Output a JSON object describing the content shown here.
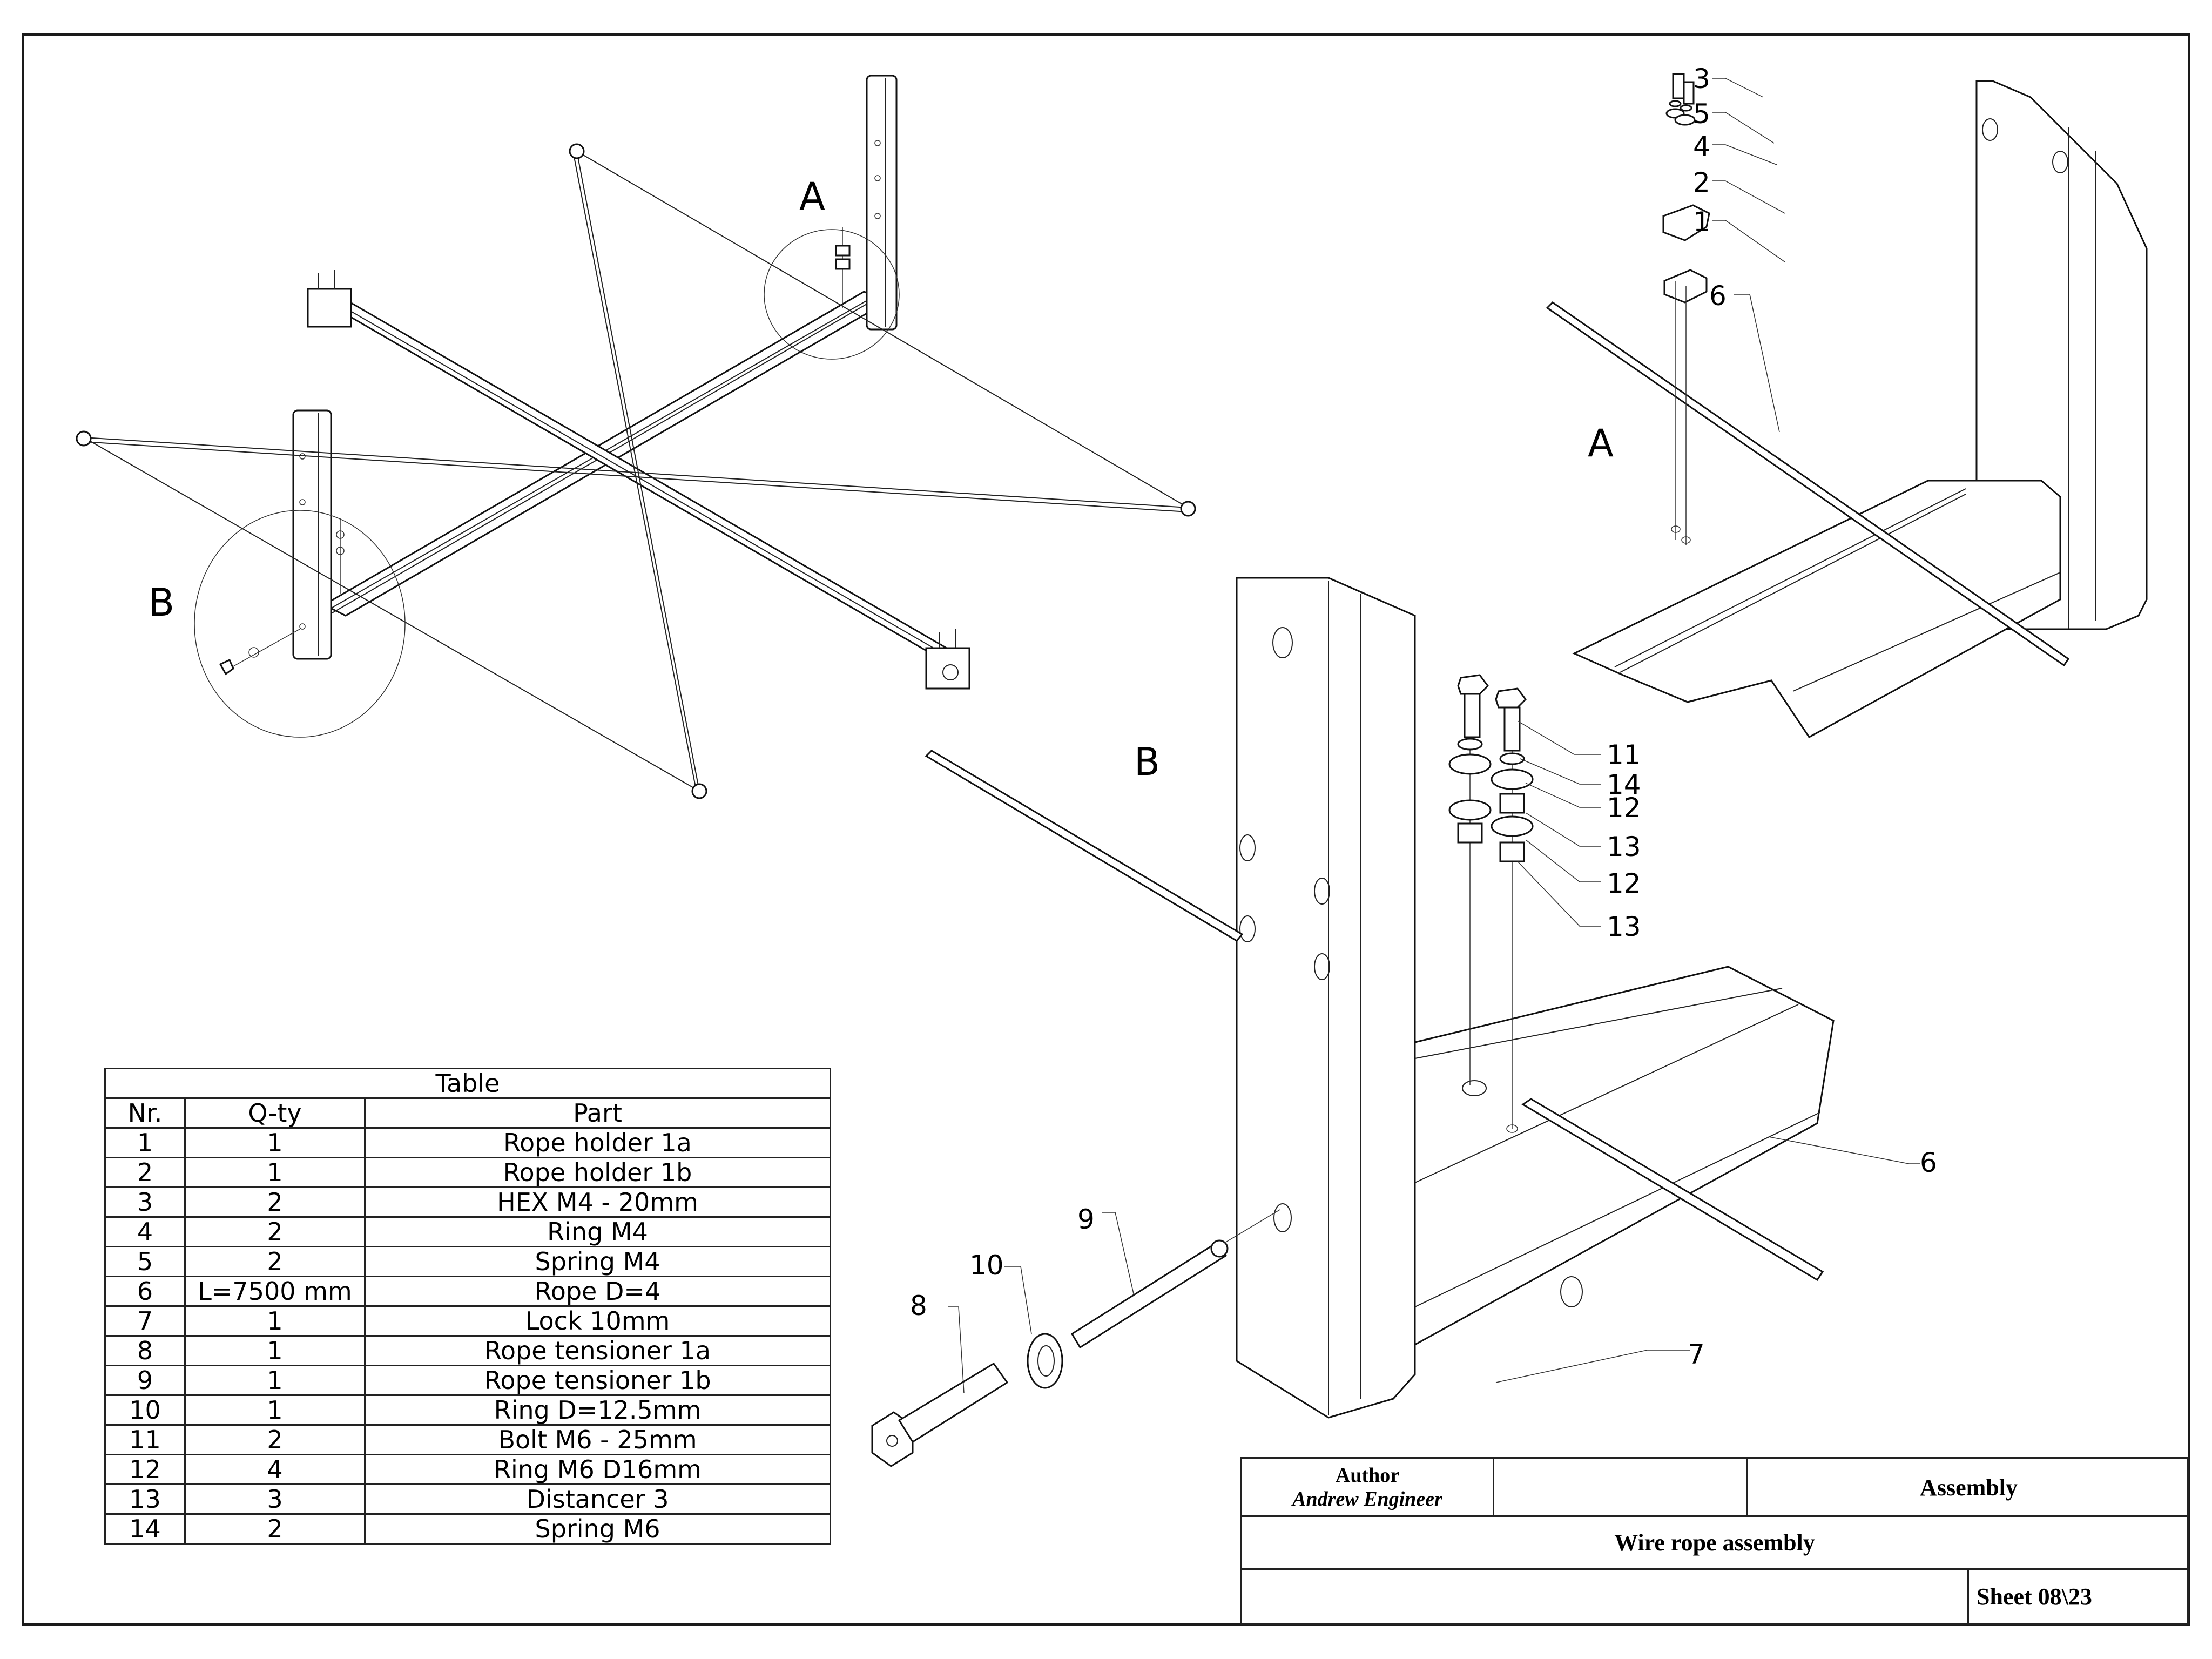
{
  "drawing": {
    "overview_labels": {
      "detail_a": "A",
      "detail_b": "B"
    },
    "detail_a": {
      "label": "A",
      "callouts": [
        "3",
        "5",
        "4",
        "2",
        "1",
        "6"
      ]
    },
    "detail_b": {
      "label": "B",
      "callouts": [
        "11",
        "14",
        "12",
        "13",
        "12",
        "13",
        "6",
        "7",
        "8",
        "9",
        "10"
      ]
    }
  },
  "parts_table": {
    "title": "Table",
    "headers": {
      "nr": "Nr.",
      "qty": "Q-ty",
      "part": "Part"
    },
    "rows": [
      {
        "nr": "1",
        "qty": "1",
        "part": "Rope holder 1a"
      },
      {
        "nr": "2",
        "qty": "1",
        "part": "Rope holder 1b"
      },
      {
        "nr": "3",
        "qty": "2",
        "part": "HEX M4 - 20mm"
      },
      {
        "nr": "4",
        "qty": "2",
        "part": "Ring M4"
      },
      {
        "nr": "5",
        "qty": "2",
        "part": "Spring M4"
      },
      {
        "nr": "6",
        "qty": "L=7500 mm",
        "part": "Rope D=4"
      },
      {
        "nr": "7",
        "qty": "1",
        "part": "Lock 10mm"
      },
      {
        "nr": "8",
        "qty": "1",
        "part": "Rope tensioner 1a"
      },
      {
        "nr": "9",
        "qty": "1",
        "part": "Rope tensioner 1b"
      },
      {
        "nr": "10",
        "qty": "1",
        "part": "Ring D=12.5mm"
      },
      {
        "nr": "11",
        "qty": "2",
        "part": "Bolt M6 - 25mm"
      },
      {
        "nr": "12",
        "qty": "4",
        "part": "Ring M6 D16mm"
      },
      {
        "nr": "13",
        "qty": "3",
        "part": "Distancer 3"
      },
      {
        "nr": "14",
        "qty": "2",
        "part": "Spring M6"
      }
    ]
  },
  "title_block": {
    "author_label": "Author",
    "author_name": "Andrew Engineer",
    "doc_type": "Assembly",
    "title": "Wire rope assembly",
    "sheet": "Sheet  08\\23"
  }
}
